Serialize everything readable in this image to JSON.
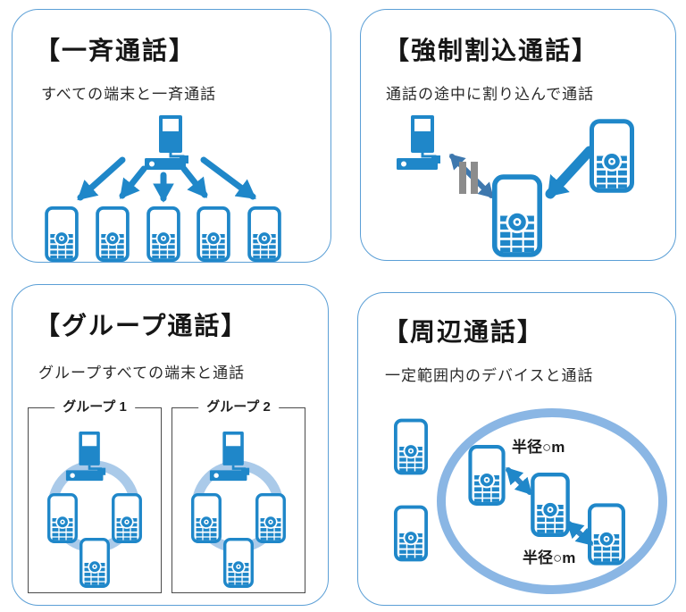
{
  "colors": {
    "primary_blue": "#1f87c9",
    "steel_arrow_blue": "#3e78ae",
    "pause_gray": "#8c8c8c",
    "group_ring_blue": "#aacae9",
    "range_ellipse_blue": "#8ab6e4",
    "panel_border_blue": "#5b9fd6",
    "group_box_border": "#4a4a4a"
  },
  "panels": {
    "broadcast": {
      "title": "【一斉通話】",
      "subtitle": "すべての端末と一斉通話"
    },
    "interrupt": {
      "title": "【強制割込通話】",
      "subtitle": "通話の途中に割り込んで通話"
    },
    "group": {
      "title": "【グループ通話】",
      "subtitle": "グループすべての端末と通話",
      "group1_label": "グループ 1",
      "group2_label": "グループ 2"
    },
    "nearby": {
      "title": "【周辺通話】",
      "subtitle": "一定範囲内のデバイスと通話",
      "radius_label_top": "半径○m",
      "radius_label_bottom": "半径○m"
    }
  }
}
